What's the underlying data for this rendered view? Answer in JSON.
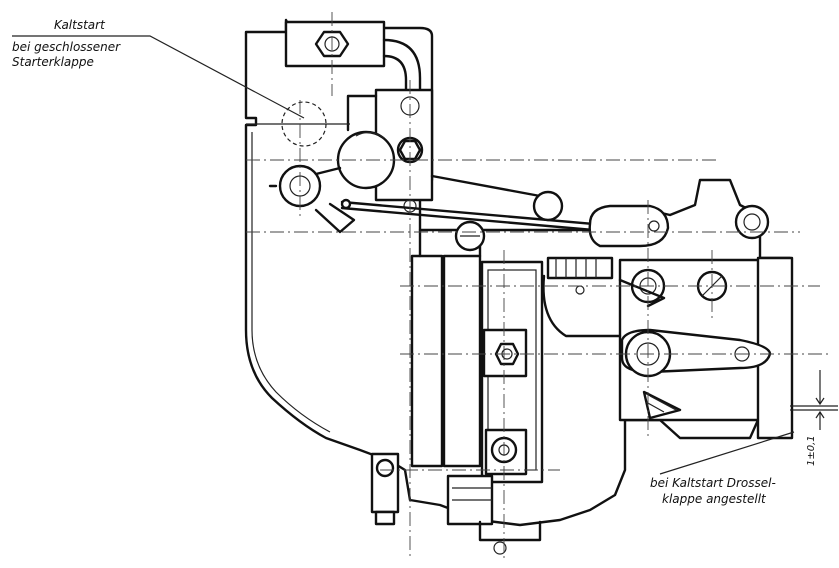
{
  "labels": {
    "top_left": {
      "title": "Kaltstart",
      "line2": "bei geschlossener",
      "line3": "Starterklappe"
    },
    "bottom_right": {
      "line1": "bei Kaltstart Drossel-",
      "line2": "klappe angestellt"
    },
    "dimension": "1±0,1"
  }
}
